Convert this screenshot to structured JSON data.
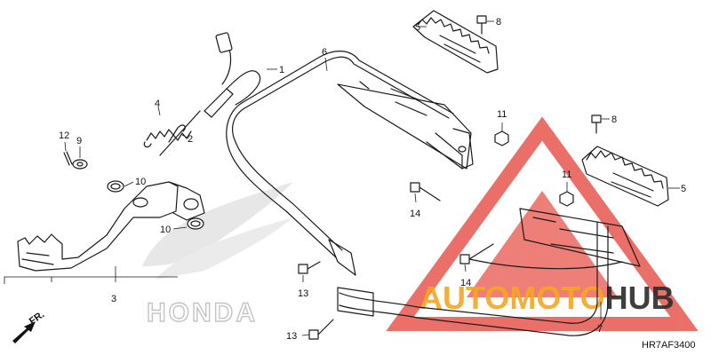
{
  "diagram": {
    "code": "HR7AF3400",
    "front_marker": "FR.",
    "brand_watermark": "HONDA",
    "dealer_watermark": {
      "text_orange": "AUTOMOTO",
      "text_dark": "HUB",
      "colors": {
        "triangle": "#e8574f",
        "orange": "#f5a623",
        "dark": "#2b2b2b"
      }
    },
    "callouts": [
      {
        "id": "c1",
        "label": "1"
      },
      {
        "id": "c2",
        "label": "2"
      },
      {
        "id": "c3",
        "label": "3"
      },
      {
        "id": "c4",
        "label": "4"
      },
      {
        "id": "c5a",
        "label": "5"
      },
      {
        "id": "c5b",
        "label": "5"
      },
      {
        "id": "c6",
        "label": "6"
      },
      {
        "id": "c7",
        "label": "7"
      },
      {
        "id": "c8a",
        "label": "8"
      },
      {
        "id": "c8b",
        "label": "8"
      },
      {
        "id": "c9",
        "label": "9"
      },
      {
        "id": "c10a",
        "label": "10"
      },
      {
        "id": "c10b",
        "label": "10"
      },
      {
        "id": "c11a",
        "label": "11"
      },
      {
        "id": "c11b",
        "label": "11"
      },
      {
        "id": "c12",
        "label": "12"
      },
      {
        "id": "c13a",
        "label": "13"
      },
      {
        "id": "c13b",
        "label": "13"
      },
      {
        "id": "c14a",
        "label": "14"
      },
      {
        "id": "c14b",
        "label": "14"
      }
    ]
  }
}
